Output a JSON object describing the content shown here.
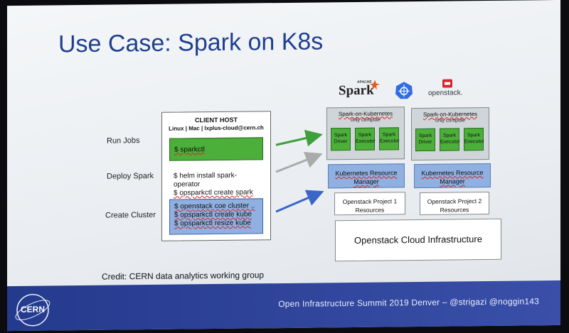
{
  "title": "Use Case: Spark on K8s",
  "labels": {
    "run_jobs": "Run Jobs",
    "deploy_spark": "Deploy Spark",
    "create_cluster": "Create Cluster"
  },
  "client_host": {
    "title": "CLIENT HOST",
    "subtitle": "Linux | Mac | lxplus-cloud@cern.ch",
    "cmd_run": "$ sparkctl",
    "cmd_deploy_1": "$ helm install spark-operator",
    "cmd_deploy_2": "$ opsparkctl create spark",
    "cmd_cluster_1": "$ openstack coe cluster ..",
    "cmd_cluster_2": "$ opsparkctl create kube",
    "cmd_cluster_3": "$ opsparkctl resize kube"
  },
  "logos": {
    "spark": "Spark",
    "spark_apache": "APACHE",
    "openstack": "openstack."
  },
  "clusters": [
    {
      "title": "Spark-on-Kubernetes",
      "sub": "only compute",
      "pods": [
        "Spark Driver",
        "Spark Executor",
        "Spark Executor"
      ],
      "rm": "Kubernetes Resource Manager",
      "project": "Openstack Project 1 Resources"
    },
    {
      "title": "Spark-on-Kubernetes",
      "sub": "only compute",
      "pods": [
        "Spark Driver",
        "Spark Executor",
        "Spark Executor"
      ],
      "rm": "Kubernetes Resource Manager",
      "project": "Openstack Project 2 Resources"
    }
  ],
  "infra": "Openstack Cloud Infrastructure",
  "credit": "Credit: CERN data analytics working group",
  "footer": "Open Infrastructure Summit 2019 Denver – @strigazi @noggin143",
  "cern": "CERN",
  "colors": {
    "title": "#1f3f8f",
    "green": "#4caf3a",
    "blue": "#8fb0e0",
    "footer": "#243a8c",
    "arrow_green": "#3ea03a",
    "arrow_grey": "#aaaaaa",
    "arrow_blue": "#3a66c8"
  }
}
